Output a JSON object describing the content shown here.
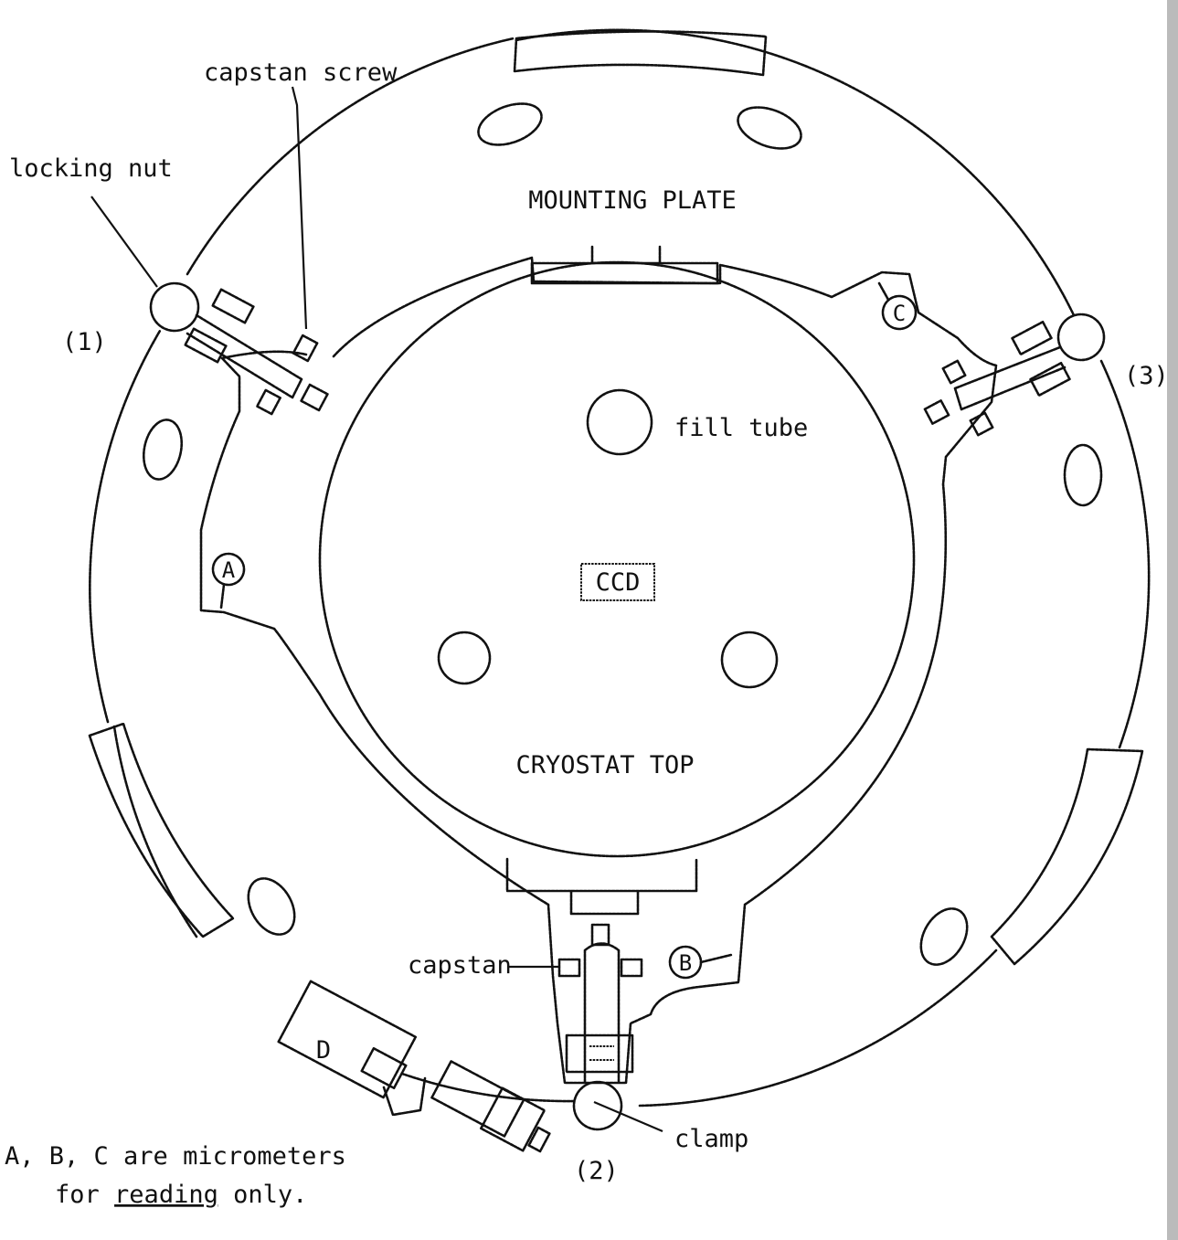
{
  "labels": {
    "capstan_screw": "capstan screw",
    "locking_nut": "locking nut",
    "mounting_plate": "MOUNTING PLATE",
    "fill_tube": "fill tube",
    "ccd": "CCD",
    "cryostat_top": "CRYOSTAT TOP",
    "capstan": "capstan",
    "clamp": "clamp",
    "micrometer_a": "A",
    "micrometer_b": "B",
    "micrometer_c": "C",
    "part_d": "D",
    "clamp_1": "(1)",
    "clamp_2": "(2)",
    "clamp_3": "(3)",
    "note_line1": "A, B, C are micrometers",
    "note_for": "for",
    "note_reading": "reading",
    "note_only": "only."
  },
  "colors": {
    "ink": "#111111",
    "paper": "#ffffff"
  }
}
